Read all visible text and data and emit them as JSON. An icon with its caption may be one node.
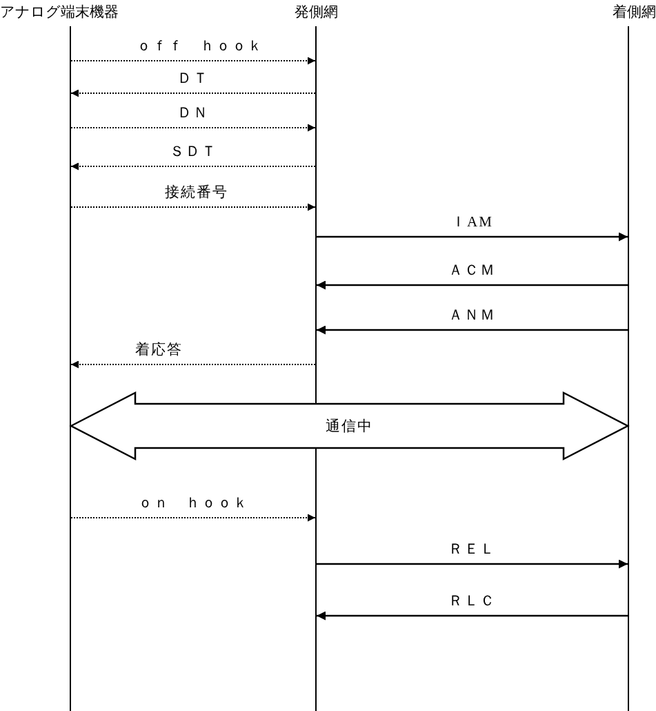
{
  "diagram": {
    "nodes": [
      {
        "text": [],
        "shape": "bar",
        "beside": [
          "アナログ端末機器"
        ]
      },
      {
        "text": [],
        "shape": "bar",
        "beside": [
          "発側網"
        ]
      },
      {
        "text": [],
        "shape": "bar",
        "beside": [
          "着側網"
        ]
      }
    ],
    "edges": [
      {
        "from": 0,
        "to": 1,
        "arrow": "to",
        "label": "ｏｆｆ　ｈｏｏｋ",
        "style": "dashed"
      },
      {
        "from": 1,
        "to": 0,
        "arrow": "to",
        "label": "ＤＴ",
        "style": "dashed"
      },
      {
        "from": 0,
        "to": 1,
        "arrow": "to",
        "label": "ＤＮ",
        "style": "dashed"
      },
      {
        "from": 1,
        "to": 0,
        "arrow": "to",
        "label": "ＳＤＴ",
        "style": "dashed"
      },
      {
        "from": 0,
        "to": 1,
        "arrow": "to",
        "label": "接続番号",
        "style": "dashed"
      },
      {
        "from": 1,
        "to": 2,
        "arrow": "to",
        "label": "ＩAM"
      },
      {
        "from": 2,
        "to": 1,
        "arrow": "to",
        "label": "ＡＣＭ"
      },
      {
        "from": 2,
        "to": 1,
        "arrow": "to",
        "label": "ＡＮＭ"
      },
      {
        "from": 1,
        "to": 0,
        "arrow": "to",
        "label": "着応答",
        "style": "dashed"
      },
      {
        "from": 0,
        "to": 2,
        "arrow": "both",
        "label": "通信中",
        "style": "thick"
      },
      {
        "from": 0,
        "to": 1,
        "arrow": "to",
        "label": "ｏｎ　ｈｏｏｋ",
        "style": "dashed"
      },
      {
        "from": 1,
        "to": 2,
        "arrow": "to",
        "label": "ＲＥＬ"
      },
      {
        "from": 2,
        "to": 1,
        "arrow": "to",
        "label": "ＲＬＣ"
      }
    ]
  }
}
